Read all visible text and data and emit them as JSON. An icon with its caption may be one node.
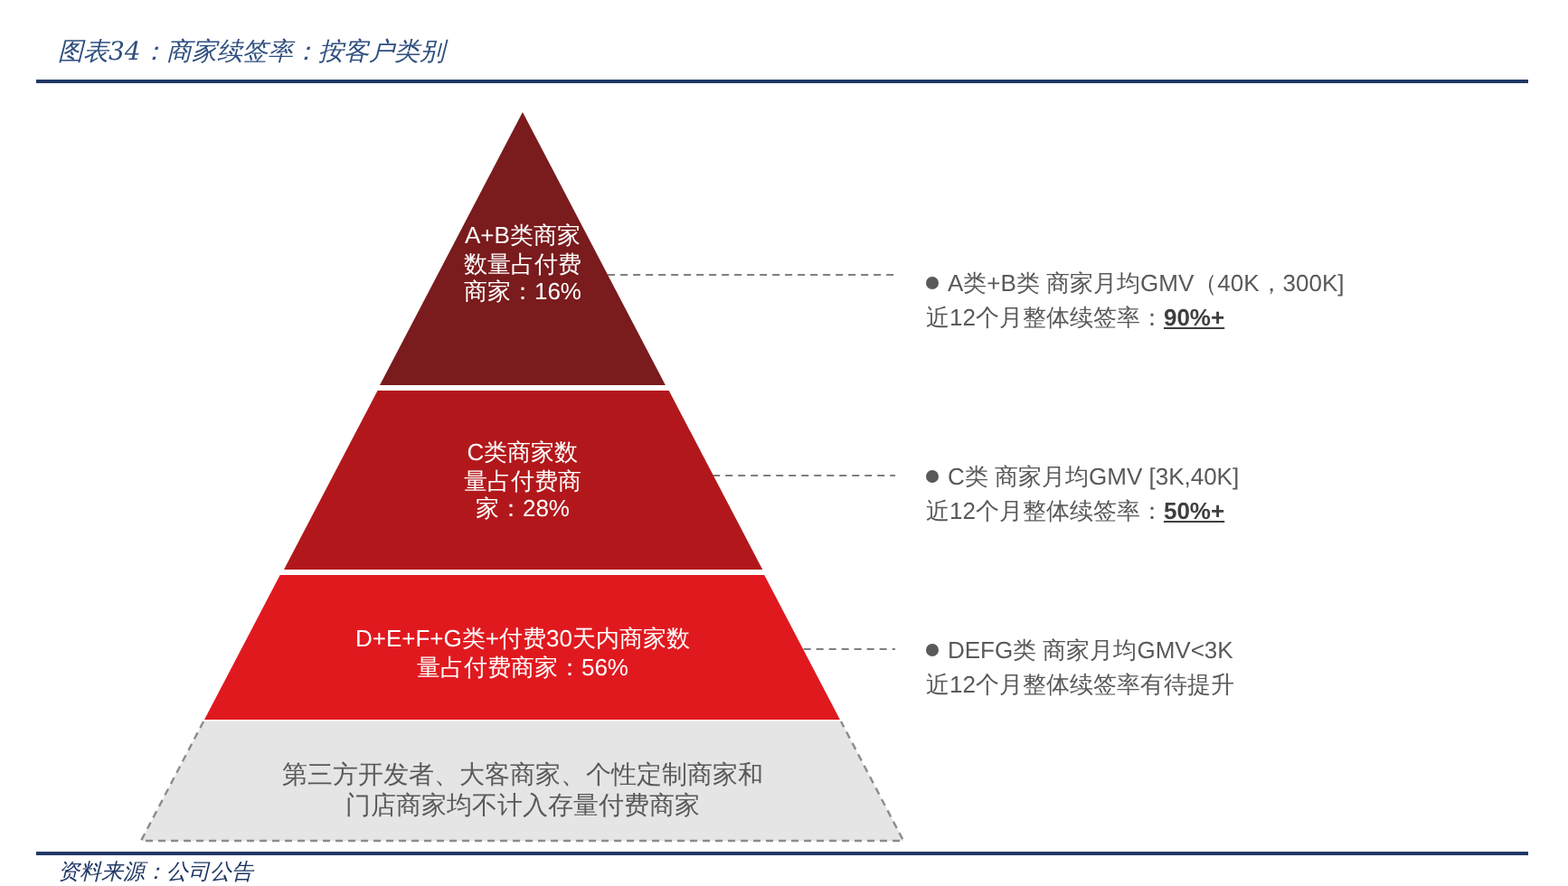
{
  "diagram": {
    "title": "图表34：商家续签率：按客户类别",
    "nodes": [
      {
        "text": [
          "A+B类商家数量占付费商家：16%"
        ]
      },
      {
        "text": [
          "C类商家数量占付费商家：28%"
        ]
      },
      {
        "text": [
          "D+E+F+G类+付费30天内商家数量占付费商家：56%"
        ]
      },
      {
        "text": [
          "第三方开发者、大客商家、个性定制商家和门店商家均不计入存量付费商家"
        ]
      },
      {
        "text": [
          "A类+B类 商家月均GMV（40K，300K]",
          "近12个月整体续签率：**90%+**"
        ]
      },
      {
        "text": [
          "C类 商家月均GMV [3K,40K]",
          "近12个月整体续签率：**50%+**"
        ]
      },
      {
        "text": [
          "DEFG类 商家月均GMV<3K",
          "近12个月整体续签率有待提升"
        ]
      }
    ],
    "edges": [
      {
        "from": 0,
        "to": 4,
        "arrow": "none",
        "style": "dashed"
      },
      {
        "from": 1,
        "to": 5,
        "arrow": "none",
        "style": "dashed"
      },
      {
        "from": 2,
        "to": 6,
        "arrow": "none",
        "style": "dashed"
      }
    ],
    "caption": "资料来源：公司公告"
  }
}
